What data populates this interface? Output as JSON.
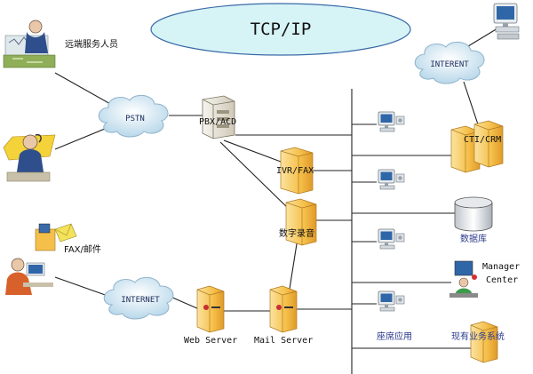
{
  "title": "TCP/IP",
  "nodes": {
    "remote_staff": "远端服务人员",
    "pstn": "PSTN",
    "pbx": "PBX/ACD",
    "ivr": "IVR/FAX",
    "recording": "数字录音",
    "interent": "INTERENT",
    "cti": "CTI/CRM",
    "database": "数据库",
    "manager": "Manager",
    "manager_center": "Center",
    "fax_mail": "FAX/邮件",
    "internet": "INTERNET",
    "web_server": "Web Server",
    "mail_server": "Mail Server",
    "seat_app": "座席应用",
    "existing_system": "现有业务系统"
  },
  "colors": {
    "ellipse_fill": "#d6f3f6",
    "ellipse_stroke": "#3a6aa8",
    "cloud_fill": "#cfe6f2",
    "cloud_stroke": "#8fb3cc",
    "server_fill": "#f5c04a",
    "server_side": "#e0a33a",
    "pbx_fill": "#e8e4d8"
  }
}
